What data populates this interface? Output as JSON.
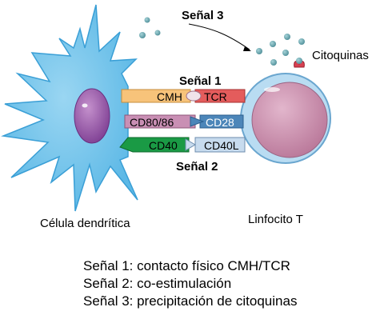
{
  "labels": {
    "signal3": "Señal 3",
    "signal1": "Señal 1",
    "signal2": "Señal 2",
    "cytokines": "Citoquinas",
    "dendritic_cell": "Célula dendrítica",
    "t_cell": "Linfocito T"
  },
  "molecules": {
    "cmh": "CMH",
    "tcr": "TCR",
    "cd80": "CD80/86",
    "cd28": "CD28",
    "cd40": "CD40",
    "cd40l": "CD40L"
  },
  "legend": [
    "Señal 1: contacto físico CMH/TCR",
    "Señal 2: co-estimulación",
    "Señal 3: precipitación de citoquinas"
  ],
  "colors": {
    "dendritic_body": "#6fc3ea",
    "dendritic_outline": "#3a9fd6",
    "nucleus": "#9b59a8",
    "tcell_outer": "#b9dcf2",
    "tcell_inner": "#c98fb1",
    "cmh": "#f7c37a",
    "tcr": "#e45c5c",
    "cd80": "#c98fb4",
    "cd28": "#4c86b9",
    "cd40": "#1a9a45",
    "cd40l": "#c7dbee",
    "cytokine": "#6faab3",
    "receptor": "#d64050"
  }
}
